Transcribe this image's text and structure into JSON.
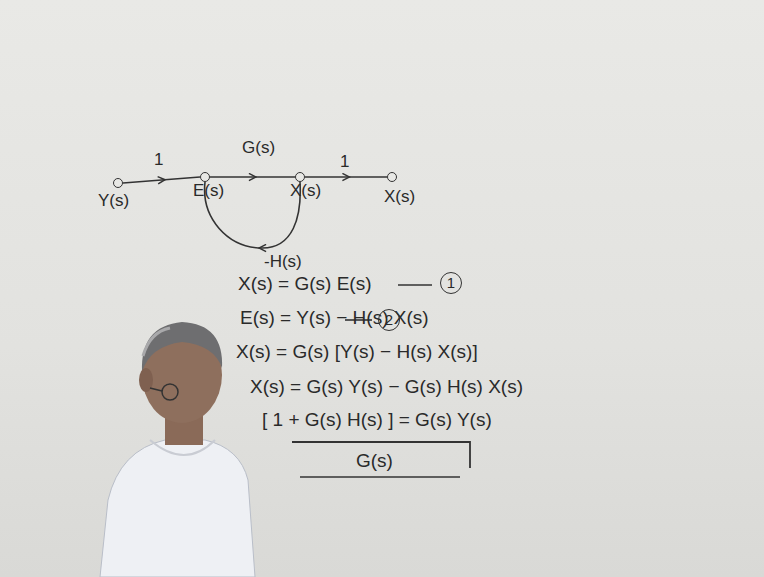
{
  "diagram": {
    "nodes": [
      {
        "text": [
          "Y(s)"
        ]
      },
      {
        "text": [
          "E(s)"
        ]
      },
      {
        "text": [
          "X(s)"
        ]
      },
      {
        "text": [
          "X(s)"
        ]
      }
    ],
    "edges": [
      {
        "from": 0,
        "to": 1,
        "label": "1",
        "arrow": "to"
      },
      {
        "from": 1,
        "to": 2,
        "label": "G(s)",
        "arrow": "to"
      },
      {
        "from": 2,
        "to": 3,
        "label": "1",
        "arrow": "to"
      },
      {
        "from": 2,
        "to": 1,
        "label": "-H(s)",
        "arrow": "to"
      }
    ],
    "labels": [
      "X(s) = G(s) E(s)",
      "1",
      "E(s) = Y(s) − H(s) X(s)",
      "2",
      "X(s) = G(s) [Y(s) − H(s) X(s)]",
      "X(s) = G(s) Y(s) − G(s) H(s) X(s)",
      "[ 1 + G(s) H(s) ] = G(s) Y(s)",
      "G(s)"
    ]
  }
}
